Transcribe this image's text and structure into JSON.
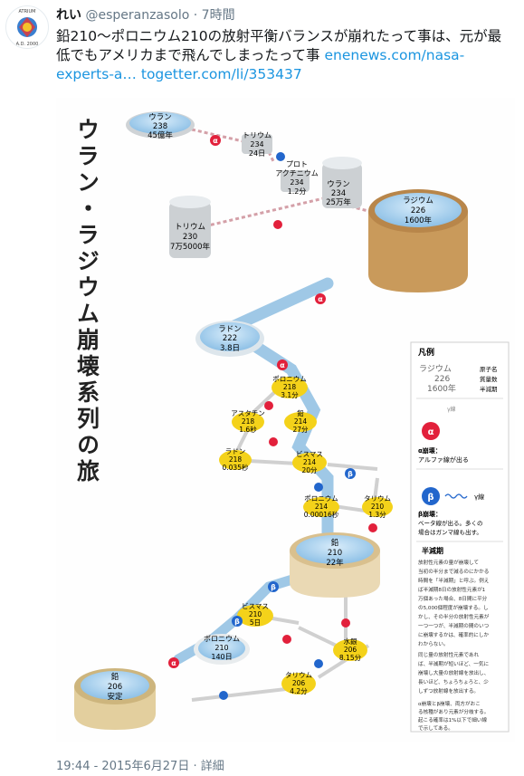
{
  "user": {
    "display_name": "れい",
    "handle": "@esperanzasolo",
    "time": "7時間",
    "separator": "·"
  },
  "avatar": {
    "ring_top": "ATRIUM",
    "ring_bottom": "A.D. 2000"
  },
  "tweet": {
    "text": "鉛210〜ポロニウム210の放射平衡バランスが崩れたって事は、元が最低でもアメリカまで飛んでしまったって事",
    "link1": "enenews.com/nasa-experts-a…",
    "link2": "togetter.com/li/353437"
  },
  "footer": {
    "timestamp": "19:44 - 2015年6月27日",
    "separator": "·",
    "details": "詳細"
  },
  "figure": {
    "title": "ウラン・ラジウム崩壊系列の旅",
    "alpha_symbol": "α",
    "beta_symbol": "β",
    "nodes": {
      "u238": {
        "name": "ウラン",
        "mass": "238",
        "halflife": "45億年"
      },
      "th234": {
        "name": "トリウム",
        "mass": "234",
        "halflife": "24日"
      },
      "pa234_name1": "プロト",
      "pa234": {
        "name": "アクチニウム",
        "mass": "234",
        "halflife": "1.2分"
      },
      "u234": {
        "name": "ウラン",
        "mass": "234",
        "halflife": "25万年"
      },
      "th230": {
        "name": "トリウム",
        "mass": "230",
        "halflife": "7万5000年"
      },
      "ra226": {
        "name": "ラジウム",
        "mass": "226",
        "halflife": "1600年"
      },
      "rn222": {
        "name": "ラドン",
        "mass": "222",
        "halflife": "3.8日"
      },
      "po218": {
        "name": "ポロニウム",
        "mass": "218",
        "halflife": "3.1分"
      },
      "at218": {
        "name": "アスタチン",
        "mass": "218",
        "halflife": "1.6秒"
      },
      "pb214": {
        "name": "鉛",
        "mass": "214",
        "halflife": "27分"
      },
      "rn218": {
        "name": "ラドン",
        "mass": "218",
        "halflife": "0.035秒"
      },
      "bi214": {
        "name": "ビスマス",
        "mass": "214",
        "halflife": "20分"
      },
      "po214": {
        "name": "ポロニウム",
        "mass": "214",
        "halflife": "0.00016秒"
      },
      "tl210": {
        "name": "タリウム",
        "mass": "210",
        "halflife": "1.3分"
      },
      "pb210": {
        "name": "鉛",
        "mass": "210",
        "halflife": "22年"
      },
      "bi210": {
        "name": "ビスマス",
        "mass": "210",
        "halflife": "5日"
      },
      "po210": {
        "name": "ポロニウム",
        "mass": "210",
        "halflife": "140日"
      },
      "hg206": {
        "name": "水銀",
        "mass": "206",
        "halflife": "8.15分"
      },
      "tl206": {
        "name": "タリウム",
        "mass": "206",
        "halflife": "4.2分"
      },
      "pb206": {
        "name": "鉛",
        "mass": "206",
        "halflife": "安定"
      }
    },
    "legend": {
      "title": "凡例",
      "sample_name": "ラジウム",
      "sample_mass": "226",
      "sample_halflife": "1600年",
      "label_name": "原子名",
      "label_mass": "質量数",
      "label_halflife": "半減期",
      "gamma_small": "γ線",
      "alpha_title": "α崩壊：",
      "alpha_desc": "アルファ線が出る",
      "gamma_label": "γ線",
      "beta_title": "β崩壊：",
      "beta_desc1": "ベータ線が出る。多くの",
      "beta_desc2": "場合はガンマ線も出す。",
      "halflife_heading": "半減期",
      "halflife_text": [
        "放射性元素の量が崩壊して",
        "当初の半分まで減るのにかかる",
        "時間を「半減期」と呼ぶ。例え",
        "ば半減期8日の放射性元素が1",
        "万個あった場合、8日間に平分",
        "の5,000個程度が崩壊する。し",
        "かし、その半分の放射性元素が",
        "一つ一つが、半減期の間のいつ",
        "に崩壊するかは、確率的にしか",
        "わからない。",
        "同じ量の放射性元素であれ",
        "ば、半減期が短いほど、一気に",
        "崩壊し大量の放射線を放出し、",
        "長いほど、ちょろちょろと、少",
        "しずつ放射線を放出する。"
      ],
      "footnote": [
        "α崩壊とβ崩壊、両方がおこ",
        "る核種があり元素が分岐する。",
        "起こる確率は1%以下で細い線",
        "で示してある。"
      ]
    }
  },
  "colors": {
    "link": "#1b95e0",
    "muted": "#657786",
    "alpha": "#e2203b",
    "beta": "#2266cc",
    "gray_node": "#c8ccd0",
    "water": "#a9d2ee",
    "wood": "#c99a5b",
    "yellow": "#f4d21a"
  }
}
